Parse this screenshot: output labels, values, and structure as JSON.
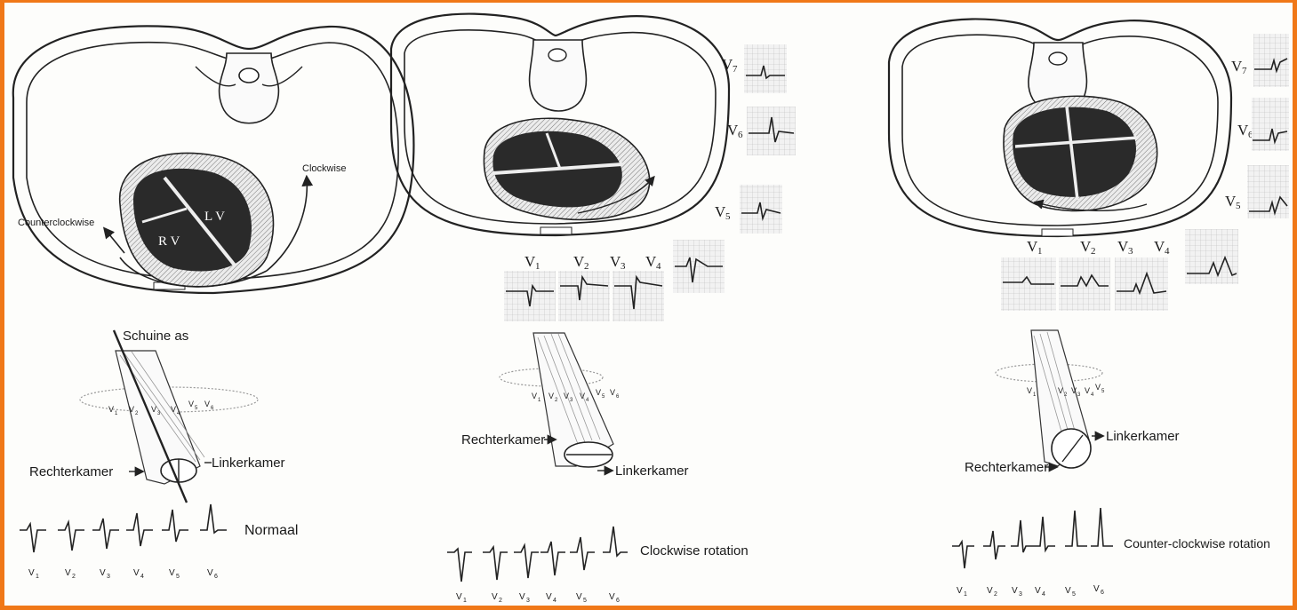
{
  "frame_color": "#f07818",
  "panel_left": {
    "counterclockwise": "Counterclockwise",
    "clockwise": "Clockwise",
    "lv": "L V",
    "rv": "R V",
    "axis_label": "Schuine as",
    "rechterkamer": "Rechterkamer",
    "linkerkamer": "Linkerkamer",
    "ring_leads": [
      "V",
      "V",
      "V",
      "V",
      "V",
      "V"
    ],
    "ring_subs": [
      "1",
      "2",
      "3",
      "4",
      "5",
      "6"
    ],
    "caption": "Normaal",
    "leads": [
      "V",
      "V",
      "V",
      "V",
      "V",
      "V"
    ],
    "lead_subs": [
      "1",
      "2",
      "3",
      "4",
      "5",
      "6"
    ]
  },
  "panel_mid": {
    "chest_leads": [
      "V",
      "V",
      "V",
      "V"
    ],
    "chest_subs": [
      "1",
      "2",
      "3",
      "4"
    ],
    "side_leads": [
      "V",
      "V",
      "V"
    ],
    "side_subs": [
      "7",
      "6",
      "5"
    ],
    "ring_leads": [
      "V",
      "V",
      "V",
      "V",
      "V",
      "V"
    ],
    "ring_subs": [
      "1",
      "2",
      "3",
      "4",
      "5",
      "6"
    ],
    "rechterkamer": "Rechterkamer",
    "linkerkamer": "Linkerkamer",
    "caption": "Clockwise rotation",
    "leads": [
      "V",
      "V",
      "V",
      "V",
      "V",
      "V"
    ],
    "lead_subs": [
      "1",
      "2",
      "3",
      "4",
      "5",
      "6"
    ]
  },
  "panel_right": {
    "chest_leads": [
      "V",
      "V",
      "V",
      "V"
    ],
    "chest_subs": [
      "1",
      "2",
      "3",
      "4"
    ],
    "side_leads": [
      "V",
      "V",
      "V"
    ],
    "side_subs": [
      "7",
      "6",
      "5"
    ],
    "ring_leads": [
      "V",
      "V",
      "V",
      "V",
      "V"
    ],
    "ring_subs": [
      "1",
      "2",
      "3",
      "4",
      "5"
    ],
    "linkerkamer": "Linkerkamer",
    "rechterkamer": "Rechterkamer",
    "caption": "Counter-clockwise rotation",
    "leads": [
      "V",
      "V",
      "V",
      "V",
      "V",
      "V"
    ],
    "lead_subs": [
      "1",
      "2",
      "3",
      "4",
      "5",
      "6"
    ]
  }
}
